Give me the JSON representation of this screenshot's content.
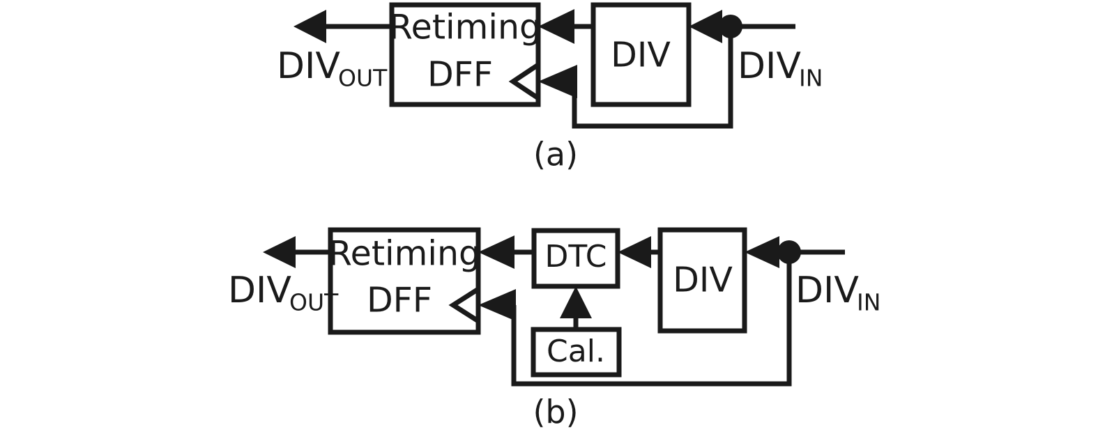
{
  "figure": {
    "title": "Divider retiming block diagrams",
    "background_color": "#ffffff",
    "line_color": "#1a1a1a"
  },
  "panels": [
    {
      "id": "panel-a",
      "caption": "(a)",
      "blocks": [
        {
          "id": "retiming-dff-a",
          "label_line1": "Retiming",
          "label_line2": "DFF",
          "has_clock_notch": true
        },
        {
          "id": "div-a",
          "label": "DIV"
        }
      ],
      "ports": [
        {
          "id": "div-out-a",
          "label": "DIV",
          "subscript": "OUT",
          "direction": "output"
        },
        {
          "id": "div-in-a",
          "label": "DIV",
          "subscript": "IN",
          "direction": "input"
        }
      ],
      "connections": [
        {
          "from": "div-in-a",
          "to": "div-a",
          "type": "signal"
        },
        {
          "from": "div-a",
          "to": "retiming-dff-a",
          "type": "data"
        },
        {
          "from": "div-in-a",
          "to": "retiming-dff-a",
          "type": "clock-feedback"
        },
        {
          "from": "retiming-dff-a",
          "to": "div-out-a",
          "type": "output"
        }
      ]
    },
    {
      "id": "panel-b",
      "caption": "(b)",
      "blocks": [
        {
          "id": "retiming-dff-b",
          "label_line1": "Retiming",
          "label_line2": "DFF",
          "has_clock_notch": true
        },
        {
          "id": "dtc-b",
          "label": "DTC"
        },
        {
          "id": "div-b",
          "label": "DIV"
        },
        {
          "id": "cal-b",
          "label": "Cal."
        }
      ],
      "ports": [
        {
          "id": "div-out-b",
          "label": "DIV",
          "subscript": "OUT",
          "direction": "output"
        },
        {
          "id": "div-in-b",
          "label": "DIV",
          "subscript": "IN",
          "direction": "input"
        }
      ],
      "connections": [
        {
          "from": "div-in-b",
          "to": "div-b",
          "type": "signal"
        },
        {
          "from": "div-b",
          "to": "dtc-b",
          "type": "data"
        },
        {
          "from": "dtc-b",
          "to": "retiming-dff-b",
          "type": "data"
        },
        {
          "from": "cal-b",
          "to": "dtc-b",
          "type": "control"
        },
        {
          "from": "div-in-b",
          "to": "retiming-dff-b",
          "type": "clock-feedback"
        },
        {
          "from": "retiming-dff-b",
          "to": "div-out-b",
          "type": "output"
        }
      ]
    }
  ]
}
